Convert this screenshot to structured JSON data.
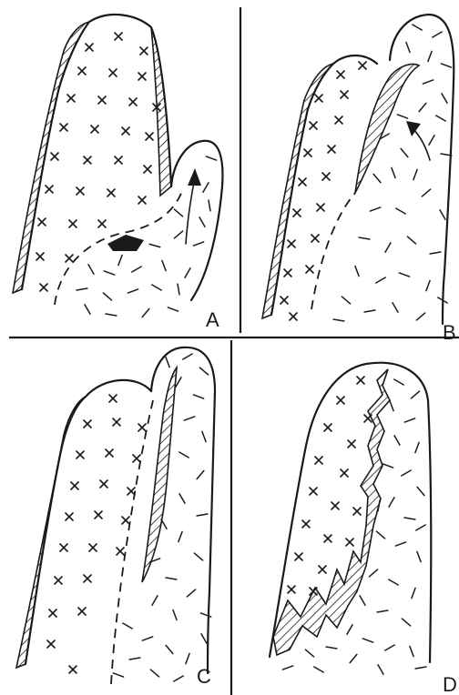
{
  "panels": [
    {
      "id": "A",
      "label": "A"
    },
    {
      "id": "B",
      "label": "B"
    },
    {
      "id": "C",
      "label": "C"
    },
    {
      "id": "D",
      "label": "D"
    }
  ],
  "symbols": {
    "cross": "×",
    "dash": "dash-pattern",
    "hatch": "diagonal-hatch"
  },
  "colors": {
    "ink": "#1a1a1a",
    "paper": "#ffffff",
    "block": "#1a1a1a"
  }
}
